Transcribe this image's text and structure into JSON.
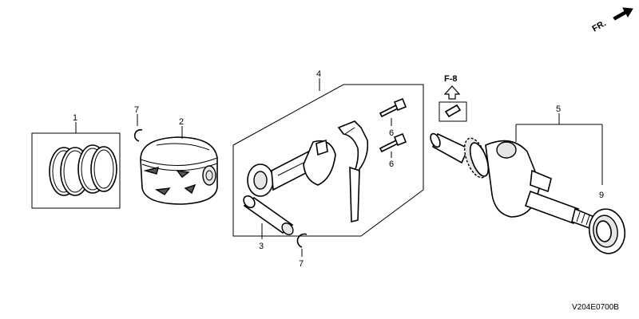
{
  "callouts": {
    "c1": "1",
    "c2": "2",
    "c3": "3",
    "c4": "4",
    "c5": "5",
    "c6a": "6",
    "c6b": "6",
    "c7a": "7",
    "c7b": "7",
    "c9": "9"
  },
  "front_marker": "FR.",
  "ref_label": "F-8",
  "diagram_code": "V204E0700B"
}
